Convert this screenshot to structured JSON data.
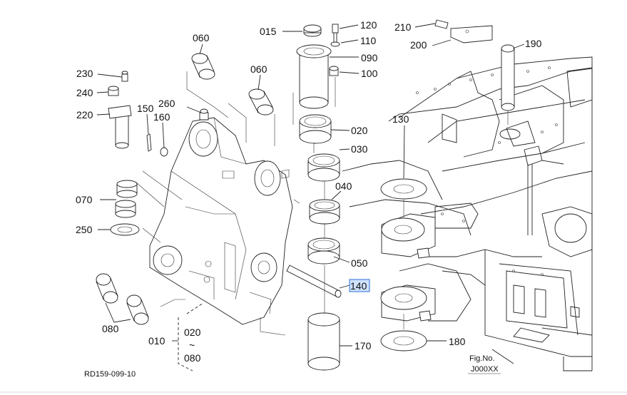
{
  "diagram": {
    "drawing_code": "RD159-099-10",
    "fig_label": "Fig.No.",
    "fig_code": "J000XX",
    "tilde": "~",
    "highlighted": "140",
    "labels": {
      "l015": "015",
      "l120": "120",
      "l110": "110",
      "l090": "090",
      "l100": "100",
      "l060a": "060",
      "l060b": "060",
      "l230": "230",
      "l240": "240",
      "l220": "220",
      "l150": "150",
      "l160": "160",
      "l260": "260",
      "l020": "020",
      "l030": "030",
      "l040": "040",
      "l050": "050",
      "l070": "070",
      "l250": "250",
      "l140": "140",
      "l080": "080",
      "l010": "010",
      "l020b": "020",
      "l080b": "080",
      "l170": "170",
      "l130": "130",
      "l180": "180",
      "l210": "210",
      "l200": "200",
      "l190": "190"
    }
  }
}
